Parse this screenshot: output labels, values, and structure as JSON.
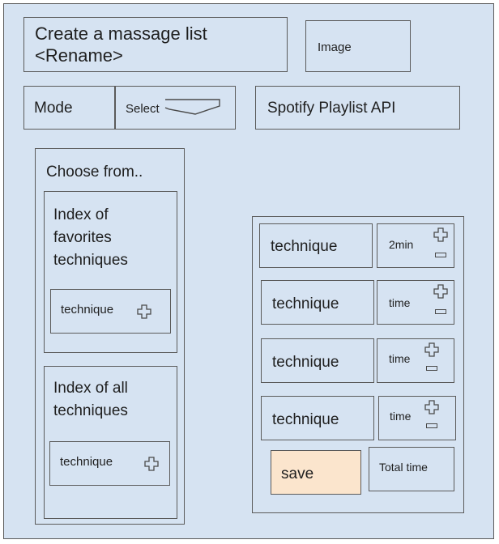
{
  "header": {
    "title_line1": "Create a massage list",
    "title_line2": "<Rename>",
    "image_label": "Image"
  },
  "mode": {
    "label": "Mode",
    "select_label": "Select"
  },
  "spotify": {
    "label": "Spotify Playlist API"
  },
  "choose": {
    "title": "Choose from..",
    "favorites": {
      "heading": "Index of favorites techniques",
      "heading_lines": [
        "Index of",
        "favorites",
        "techniques"
      ],
      "item_label": "technique"
    },
    "all": {
      "heading": "Index of all techniques",
      "heading_lines": [
        "Index of all",
        "techniques"
      ],
      "item_label": "technique"
    }
  },
  "playlist": {
    "rows": [
      {
        "technique": "technique",
        "time": "2min"
      },
      {
        "technique": "technique",
        "time": "time"
      },
      {
        "technique": "technique",
        "time": "time"
      },
      {
        "technique": "technique",
        "time": "time"
      }
    ],
    "save_label": "save",
    "total_label": "Total time"
  },
  "colors": {
    "background": "#d6e3f2",
    "border": "#5b5b5b",
    "save_fill": "#fbe5cd"
  },
  "icons": [
    "plus-icon",
    "minus-icon",
    "chevron-down-icon"
  ]
}
